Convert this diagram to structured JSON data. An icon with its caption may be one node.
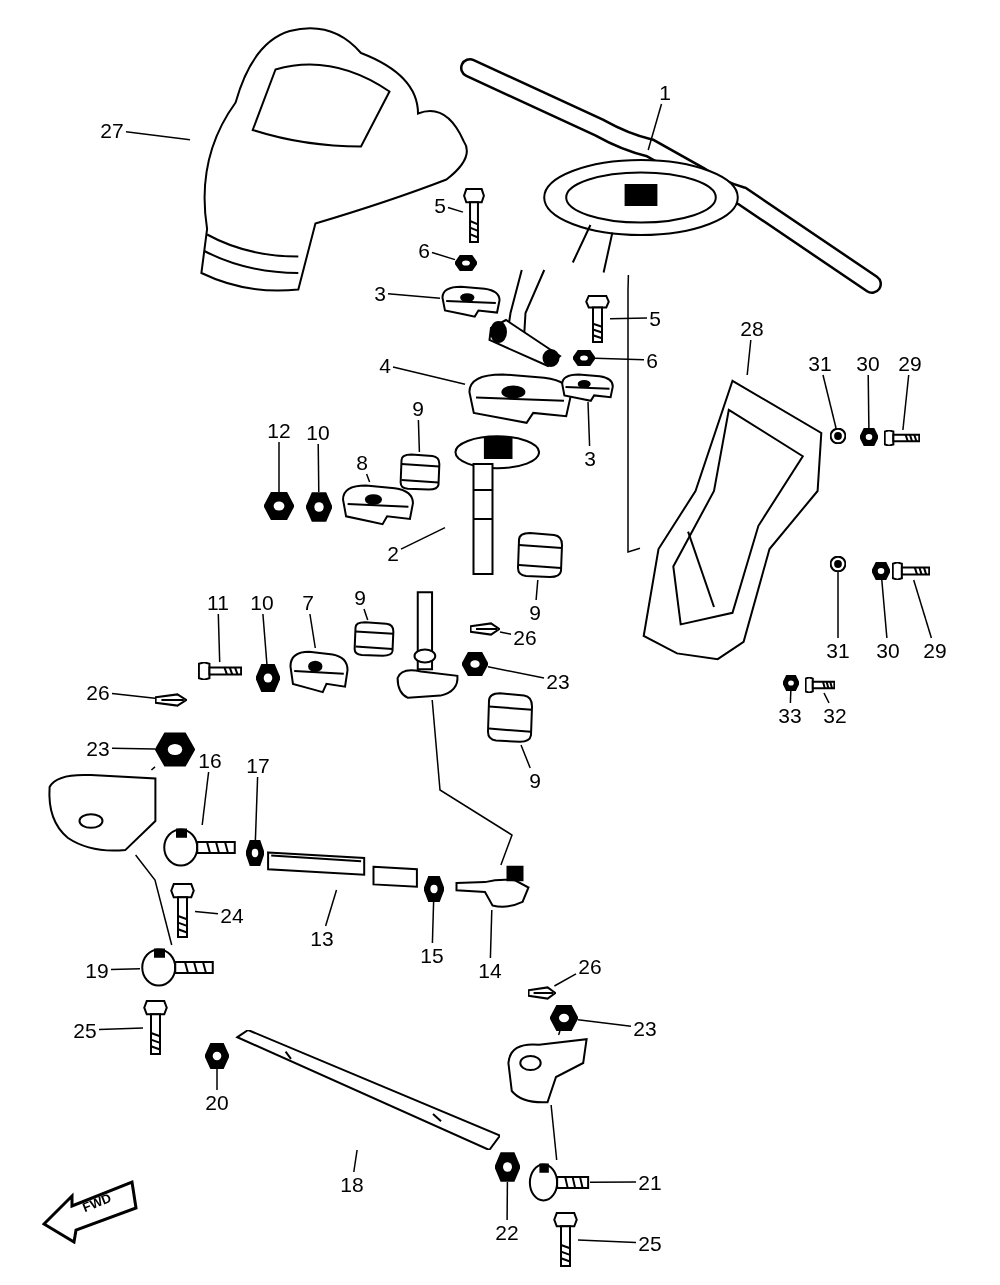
{
  "diagram": {
    "nodes": [
      {
        "text": [
          "27"
        ]
      },
      {
        "text": [],
        "shape": "picture"
      },
      {
        "text": [
          "1"
        ]
      },
      {
        "text": [],
        "shape": "picture"
      },
      {
        "text": [
          "5"
        ]
      },
      {
        "text": [],
        "shape": "picture"
      },
      {
        "text": [
          "6"
        ]
      },
      {
        "text": [],
        "shape": "picture"
      },
      {
        "text": [
          "3"
        ]
      },
      {
        "text": [],
        "shape": "picture"
      },
      {
        "text": [
          "5"
        ]
      },
      {
        "text": [],
        "shape": "picture"
      },
      {
        "text": [
          "6"
        ]
      },
      {
        "text": [],
        "shape": "picture"
      },
      {
        "text": [
          "4"
        ]
      },
      {
        "text": [],
        "shape": "picture"
      },
      {
        "text": [
          "3"
        ]
      },
      {
        "text": [],
        "shape": "picture"
      },
      {
        "text": [
          "28"
        ]
      },
      {
        "text": [],
        "shape": "picture"
      },
      {
        "text": [
          "31"
        ]
      },
      {
        "text": [],
        "shape": "picture"
      },
      {
        "text": [
          "30"
        ]
      },
      {
        "text": [],
        "shape": "picture"
      },
      {
        "text": [
          "29"
        ]
      },
      {
        "text": [],
        "shape": "picture"
      },
      {
        "text": [
          "12"
        ]
      },
      {
        "text": [],
        "shape": "picture"
      },
      {
        "text": [
          "10"
        ]
      },
      {
        "text": [],
        "shape": "picture"
      },
      {
        "text": [
          "8"
        ]
      },
      {
        "text": [],
        "shape": "picture"
      },
      {
        "text": [
          "9"
        ]
      },
      {
        "text": [],
        "shape": "picture"
      },
      {
        "text": [
          "2"
        ]
      },
      {
        "text": [],
        "shape": "picture"
      },
      {
        "text": [
          "9"
        ]
      },
      {
        "text": [],
        "shape": "picture"
      },
      {
        "text": [
          "11"
        ]
      },
      {
        "text": [],
        "shape": "picture"
      },
      {
        "text": [
          "10"
        ]
      },
      {
        "text": [],
        "shape": "picture"
      },
      {
        "text": [
          "7"
        ]
      },
      {
        "text": [],
        "shape": "picture"
      },
      {
        "text": [
          "9"
        ]
      },
      {
        "text": [],
        "shape": "picture"
      },
      {
        "text": [
          "26"
        ]
      },
      {
        "text": [],
        "shape": "picture"
      },
      {
        "text": [
          "23"
        ]
      },
      {
        "text": [],
        "shape": "picture"
      },
      {
        "text": [
          "31"
        ]
      },
      {
        "text": [],
        "shape": "picture"
      },
      {
        "text": [
          "30"
        ]
      },
      {
        "text": [],
        "shape": "picture"
      },
      {
        "text": [
          "29"
        ]
      },
      {
        "text": [],
        "shape": "picture"
      },
      {
        "text": [
          "33"
        ]
      },
      {
        "text": [],
        "shape": "picture"
      },
      {
        "text": [
          "32"
        ]
      },
      {
        "text": [],
        "shape": "picture"
      },
      {
        "text": [
          "26"
        ]
      },
      {
        "text": [],
        "shape": "picture"
      },
      {
        "text": [
          "23"
        ]
      },
      {
        "text": [],
        "shape": "picture"
      },
      {
        "text": [
          "9"
        ]
      },
      {
        "text": [],
        "shape": "picture"
      },
      {
        "text": [
          "16"
        ]
      },
      {
        "text": [],
        "shape": "picture"
      },
      {
        "text": [
          "17"
        ]
      },
      {
        "text": [],
        "shape": "picture"
      },
      {
        "text": [
          "24"
        ]
      },
      {
        "text": [],
        "shape": "picture"
      },
      {
        "text": [
          "13"
        ]
      },
      {
        "text": [],
        "shape": "picture"
      },
      {
        "text": [
          "15"
        ]
      },
      {
        "text": [],
        "shape": "picture"
      },
      {
        "text": [
          "14"
        ]
      },
      {
        "text": [],
        "shape": "picture"
      },
      {
        "text": [
          "19"
        ]
      },
      {
        "text": [],
        "shape": "picture"
      },
      {
        "text": [
          "26"
        ]
      },
      {
        "text": [],
        "shape": "picture"
      },
      {
        "text": [
          "23"
        ]
      },
      {
        "text": [],
        "shape": "picture"
      },
      {
        "text": [
          "25"
        ]
      },
      {
        "text": [],
        "shape": "picture"
      },
      {
        "text": [
          "20"
        ]
      },
      {
        "text": [],
        "shape": "picture"
      },
      {
        "text": [
          "18"
        ]
      },
      {
        "text": [],
        "shape": "picture"
      },
      {
        "text": [
          "22"
        ]
      },
      {
        "text": [],
        "shape": "picture"
      },
      {
        "text": [
          "21"
        ]
      },
      {
        "text": [],
        "shape": "picture"
      },
      {
        "text": [
          "25"
        ]
      },
      {
        "text": [],
        "shape": "picture"
      },
      {
        "text": [],
        "shape": "picture"
      },
      {
        "text": [],
        "shape": "picture"
      },
      {
        "text": [],
        "shape": "picture"
      },
      {
        "text": [],
        "shape": "picture"
      },
      {
        "text": [
          "FWD"
        ]
      }
    ],
    "edges": [
      {
        "from": 0,
        "to": 1,
        "arrow": "none"
      },
      {
        "from": 2,
        "to": 3,
        "arrow": "none"
      },
      {
        "from": 4,
        "to": 5,
        "arrow": "none"
      },
      {
        "from": 6,
        "to": 7,
        "arrow": "none"
      },
      {
        "from": 8,
        "to": 9,
        "arrow": "none"
      },
      {
        "from": 10,
        "to": 11,
        "arrow": "none"
      },
      {
        "from": 12,
        "to": 13,
        "arrow": "none"
      },
      {
        "from": 14,
        "to": 15,
        "arrow": "none"
      },
      {
        "from": 16,
        "to": 17,
        "arrow": "none"
      },
      {
        "from": 18,
        "to": 19,
        "arrow": "none"
      },
      {
        "from": 20,
        "to": 21,
        "arrow": "none"
      },
      {
        "from": 22,
        "to": 23,
        "arrow": "none"
      },
      {
        "from": 24,
        "to": 25,
        "arrow": "none"
      },
      {
        "from": 26,
        "to": 27,
        "arrow": "none"
      },
      {
        "from": 28,
        "to": 29,
        "arrow": "none"
      },
      {
        "from": 30,
        "to": 31,
        "arrow": "none"
      },
      {
        "from": 32,
        "to": 33,
        "arrow": "none"
      },
      {
        "from": 34,
        "to": 35,
        "arrow": "none"
      },
      {
        "from": 36,
        "to": 37,
        "arrow": "none"
      },
      {
        "from": 38,
        "to": 39,
        "arrow": "none"
      },
      {
        "from": 40,
        "to": 41,
        "arrow": "none"
      },
      {
        "from": 42,
        "to": 43,
        "arrow": "none"
      },
      {
        "from": 44,
        "to": 45,
        "arrow": "none"
      },
      {
        "from": 46,
        "to": 47,
        "arrow": "none"
      },
      {
        "from": 48,
        "to": 49,
        "arrow": "none"
      },
      {
        "from": 50,
        "to": 51,
        "arrow": "none"
      },
      {
        "from": 52,
        "to": 53,
        "arrow": "none"
      },
      {
        "from": 54,
        "to": 55,
        "arrow": "none"
      },
      {
        "from": 56,
        "to": 57,
        "arrow": "none"
      },
      {
        "from": 58,
        "to": 59,
        "arrow": "none"
      },
      {
        "from": 60,
        "to": 61,
        "arrow": "none"
      },
      {
        "from": 62,
        "to": 63,
        "arrow": "none"
      },
      {
        "from": 64,
        "to": 65,
        "arrow": "none"
      },
      {
        "from": 66,
        "to": 67,
        "arrow": "none"
      },
      {
        "from": 68,
        "to": 69,
        "arrow": "none"
      },
      {
        "from": 70,
        "to": 71,
        "arrow": "none"
      },
      {
        "from": 72,
        "to": 73,
        "arrow": "none"
      },
      {
        "from": 74,
        "to": 75,
        "arrow": "none"
      },
      {
        "from": 76,
        "to": 77,
        "arrow": "none"
      },
      {
        "from": 78,
        "to": 79,
        "arrow": "none"
      },
      {
        "from": 80,
        "to": 81,
        "arrow": "none"
      },
      {
        "from": 82,
        "to": 83,
        "arrow": "none"
      },
      {
        "from": 84,
        "to": 85,
        "arrow": "none"
      },
      {
        "from": 86,
        "to": 87,
        "arrow": "none"
      },
      {
        "from": 88,
        "to": 89,
        "arrow": "none"
      },
      {
        "from": 90,
        "to": 91,
        "arrow": "none"
      },
      {
        "from": 92,
        "to": 93,
        "arrow": "none"
      },
      {
        "from": 94,
        "to": 95,
        "arrow": "none"
      },
      {
        "from": 3,
        "to": 19,
        "arrow": "none"
      },
      {
        "from": 96,
        "to": 77,
        "arrow": "none"
      },
      {
        "from": 63,
        "to": 97,
        "arrow": "none"
      },
      {
        "from": 97,
        "to": 79,
        "arrow": "none"
      },
      {
        "from": 83,
        "to": 98,
        "arrow": "none"
      },
      {
        "from": 98,
        "to": 93,
        "arrow": "none"
      }
    ]
  }
}
